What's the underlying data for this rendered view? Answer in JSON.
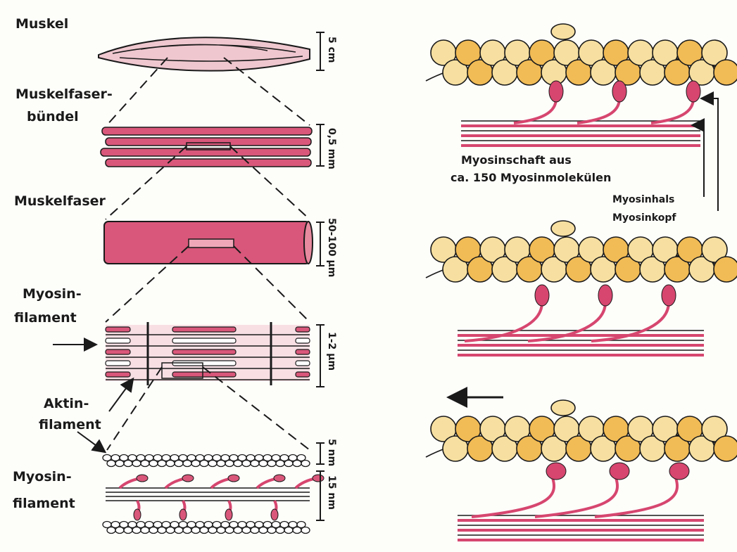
{
  "left_labels": {
    "muskel": "Muskel",
    "buendel_1": "Muskelfaser-",
    "buendel_2": "bündel",
    "muskelfaser": "Muskelfaser",
    "myosin_1_a": "Myosin-",
    "myosin_1_b": "filament",
    "aktin_a": "Aktin-",
    "aktin_b": "filament",
    "myosin_2_a": "Myosin-",
    "myosin_2_b": "filament"
  },
  "scales": {
    "muscle": "5 cm",
    "bundle": "0,5 mm",
    "fiber": "50-100 µm",
    "sarcomere": "1-2 µm",
    "actin": "5 nm",
    "myosin": "15 nm"
  },
  "right_labels": {
    "shaft_1": "Myosinschaft aus",
    "shaft_2": "ca. 150 Myosinmolekülen",
    "neck": "Myosinhals",
    "head": "Myosinkopf"
  },
  "colors": {
    "muscle_pink": "#d9577a",
    "myosin_pink": "#d6466f",
    "actin_yellow": "#f6dfa0",
    "actin_orange": "#f1bb55"
  }
}
